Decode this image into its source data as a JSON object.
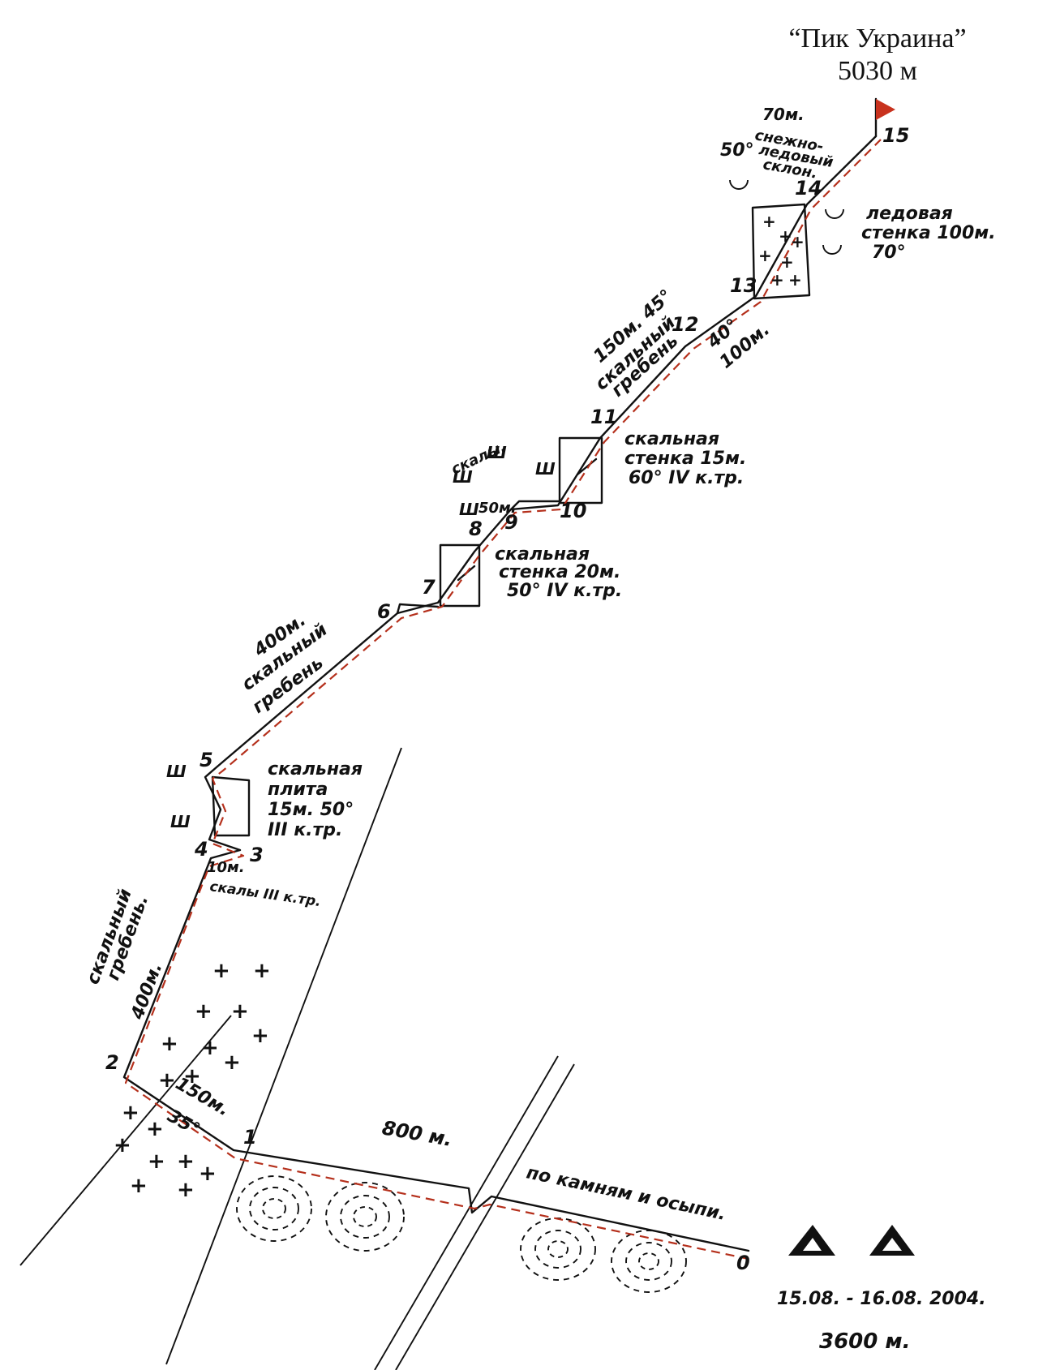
{
  "summit": {
    "name": "“Пик Украина”",
    "altitude": "5030 м"
  },
  "camp": {
    "dates": "15.08. - 16.08. 2004.",
    "altitude": "3600 м."
  },
  "colors": {
    "route": "#b5301c",
    "flag": "#c8321e",
    "ink": "#111111"
  },
  "points": [
    "0",
    "1",
    "2",
    "3",
    "4",
    "5",
    "6",
    "7",
    "8",
    "9",
    "10",
    "11",
    "12",
    "13",
    "14",
    "15"
  ],
  "labels": {
    "l800": "800 м.",
    "scree": "по камням и осыпи.",
    "l150": "150м.",
    "l35": "35°",
    "ridge_low_a": "скальный",
    "ridge_low_b": "гребень.",
    "ridge_low_c": "400м.",
    "l10": "10м.",
    "rocks3": "скалы III к.тр.",
    "plate_a": "скальная",
    "plate_b": "плита",
    "plate_c": "15м. 50°",
    "plate_d": "III к.тр.",
    "ridge_mid_a": "400м.",
    "ridge_mid_b": "скальный",
    "ridge_mid_c": "гребень",
    "wall20_a": "скальная",
    "wall20_b": "стенка 20м.",
    "wall20_c": "50° IV к.тр.",
    "rocks50_a": "скалы.",
    "rocks50_b": "50м.",
    "wall15_a": "скальная",
    "wall15_b": "стенка 15м.",
    "wall15_c": "60° IV к.тр.",
    "ridge_up_a": "150м. 45°",
    "ridge_up_b": "скальный",
    "ridge_up_c": "гребень",
    "l40": "40°",
    "l100": "100м.",
    "ice_a": "ледовая",
    "ice_b": "стенка  100м.",
    "ice_c": "70°",
    "snow_a": "70м.",
    "snow_b": "снежно-",
    "snow_c": "ледовый",
    "snow_d": "склон.",
    "snow_e": "50°"
  }
}
